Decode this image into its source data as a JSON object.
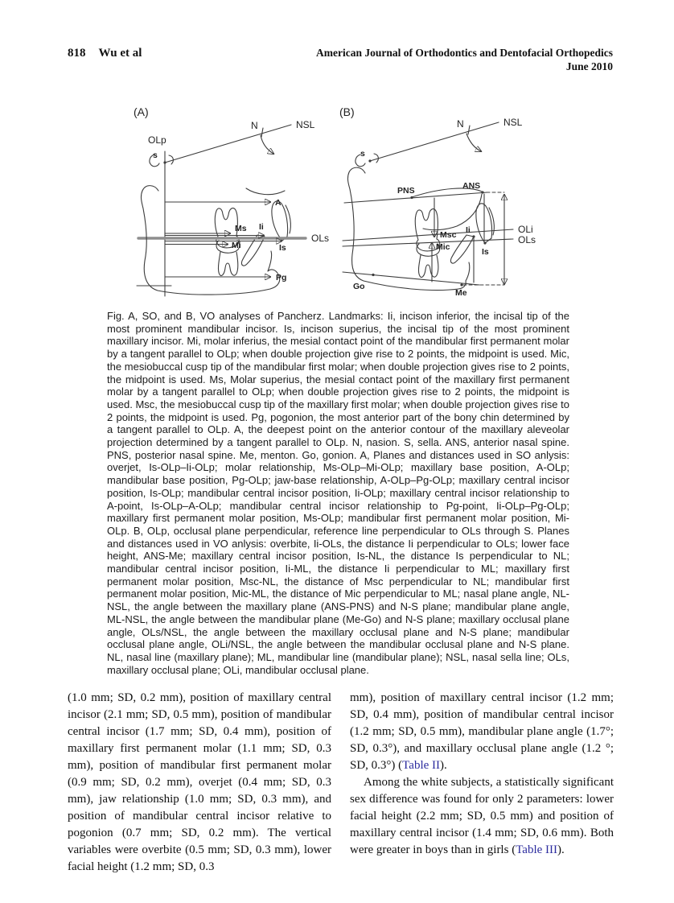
{
  "header": {
    "page_number": "818",
    "running_authors": "Wu et al",
    "journal": "American Journal of Orthodontics and Dentofacial Orthopedics",
    "issue": "June 2010"
  },
  "figure": {
    "panel_a": {
      "label": "(A)",
      "labels": {
        "olp": "OLp",
        "s": "s",
        "n": "N",
        "nsl": "NSL",
        "a": "A",
        "ms": "Ms",
        "mi": "Mi",
        "ii": "Ii",
        "is": "Is",
        "ols": "OLs",
        "pg": "Pg"
      }
    },
    "panel_b": {
      "label": "(B)",
      "labels": {
        "s": "s",
        "n": "N",
        "nsl": "NSL",
        "pns": "PNS",
        "ans": "ANS",
        "msc": "Msc",
        "mic": "Mic",
        "ii": "Ii",
        "is": "Is",
        "oli": "OLi",
        "ols": "OLs",
        "go": "Go",
        "me": "Me"
      }
    },
    "caption": "Fig.  A, SO, and B, VO analyses of Pancherz. Landmarks: Ii, incison inferior, the incisal tip of the most prominent mandibular incisor. Is, incison superius, the incisal tip of the most prominent maxillary incisor. Mi, molar inferius, the mesial contact point of the mandibular first permanent molar by a tangent parallel to OLp; when double projection give rise to 2 points, the midpoint is used. Mic, the mesiobuccal cusp tip of the mandibular first molar; when double projection gives rise to 2 points, the midpoint is used. Ms, Molar superius, the mesial contact point of the maxillary first permanent molar by a tangent parallel to OLp; when double projection gives rise to 2 points, the midpoint is used. Msc, the mesiobuccal cusp tip of the maxillary first molar; when double projection gives rise to 2 points, the midpoint is used. Pg, pogonion, the most anterior part of the bony chin determined by a tangent parallel to OLp. A, the deepest point on the anterior contour of the maxillary aleveolar projection determined by a tangent parallel to OLp. N, nasion. S, sella. ANS, anterior nasal spine. PNS, posterior nasal spine. Me, menton. Go, gonion. A, Planes and distances used in SO anlysis: overjet, Is-OLp–Ii-OLp; molar relationship, Ms-OLp–Mi-OLp; maxillary base position, A-OLp; mandibular base position, Pg-OLp; jaw-base relationship, A-OLp–Pg-OLp; maxillary central incisor position, Is-OLp; mandibular central incisor position, Ii-OLp; maxillary central incisor relationship to A-point, Is-OLp–A-OLp; mandibular central incisor relationship to Pg-point, Ii-OLp–Pg-OLp; maxillary first permanent molar position, Ms-OLp; mandibular first permanent molar position, Mi-OLp. B, OLp, occlusal plane perpendicular, reference line perpendicular to OLs through S. Planes and distances used in VO anlysis: overbite, Ii-OLs, the distance Ii perpendicular to OLs; lower face height, ANS-Me; maxillary central incisor position, Is-NL, the distance Is perpendicular to NL; mandibular central incisor position, Ii-ML, the distance Ii perpendicular to ML; maxillary first permanent molar position, Msc-NL, the distance of Msc perpendicular to NL; mandibular first permanent molar position, Mic-ML, the distance of Mic perpendicular to ML; nasal plane angle, NL-NSL, the angle between the maxillary plane (ANS-PNS) and N-S plane; mandibular plane angle, ML-NSL, the angle between the mandibular plane (Me-Go) and N-S plane; maxillary occlusal plane angle, OLs/NSL, the angle between the maxillary occlusal plane and N-S plane; mandibular occlusal plane angle, OLi/NSL, the angle between the mandibular occlusal plane and N-S plane. NL, nasal line (maxillary plane); ML, mandibular line (mandibular plane); NSL, nasal sella line; OLs, maxillary occlusal plane; OLi, mandibular occlusal plane."
  },
  "body": {
    "left_column": "(1.0 mm; SD, 0.2 mm), position of maxillary central incisor (2.1 mm; SD, 0.5 mm), position of mandibular central incisor (1.7 mm; SD, 0.4 mm), position of maxillary first permanent molar (1.1 mm; SD, 0.3 mm), position of mandibular first permanent molar (0.9 mm; SD, 0.2 mm), overjet (0.4 mm; SD, 0.3 mm), jaw relationship (1.0 mm; SD, 0.3 mm), and position of mandibular central incisor relative to pogonion (0.7 mm; SD, 0.2 mm). The vertical variables were overbite (0.5 mm; SD, 0.3 mm), lower facial height (1.2 mm; SD, 0.3",
    "right_column": {
      "p1_text": "mm), position of maxillary central incisor (1.2 mm; SD, 0.4 mm), position of mandibular central incisor (1.2 mm; SD, 0.5 mm), mandibular plane angle (1.7°; SD, 0.3°), and maxillary occlusal plane angle (1.2 °; SD, 0.3°) (",
      "p1_link": "Table II",
      "p1_end": ").",
      "p2_text": "Among the white subjects, a statistically significant sex difference was found for only 2 parameters: lower facial height (2.2 mm; SD, 0.5 mm) and position of maxillary central incisor (1.4 mm; SD, 0.6 mm). Both were greater in boys than in girls (",
      "p2_link": "Table III",
      "p2_end": ")."
    }
  },
  "colors": {
    "link": "#2b2b9e",
    "line_art": "#3c3c3c",
    "ols_thick_line": "#8e8e8e"
  }
}
